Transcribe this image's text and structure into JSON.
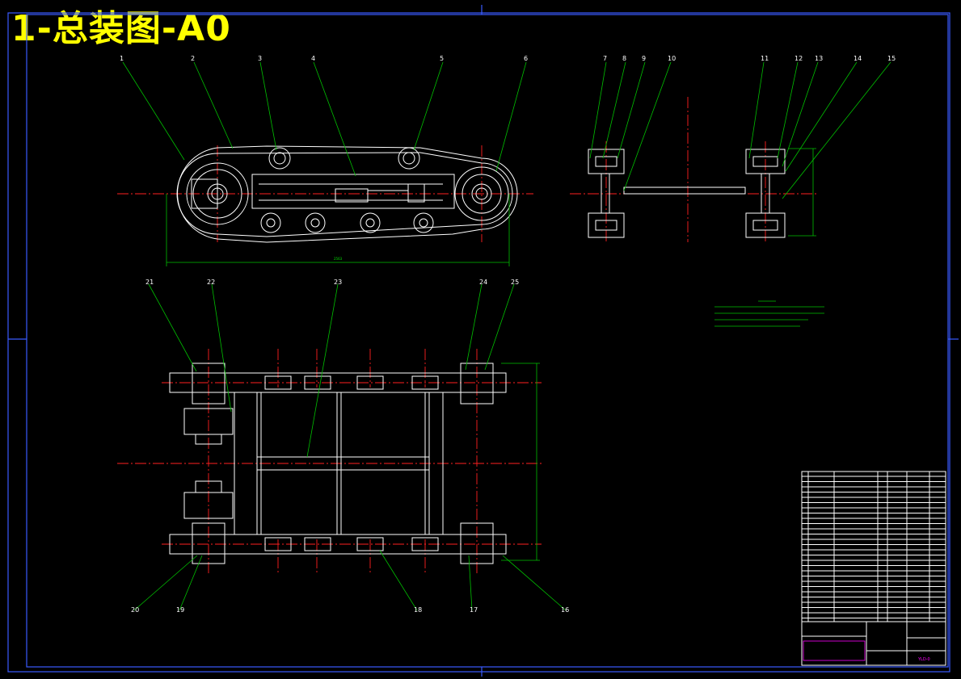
{
  "title": "1-总装图-A0",
  "part_numbers": [
    "1",
    "2",
    "3",
    "4",
    "5",
    "6",
    "7",
    "8",
    "9",
    "10",
    "11",
    "12",
    "13",
    "14",
    "15",
    "16",
    "17",
    "18",
    "19",
    "20",
    "21",
    "22",
    "23",
    "24",
    "25"
  ],
  "title_block": {
    "drawing_code": "YLD-0"
  }
}
